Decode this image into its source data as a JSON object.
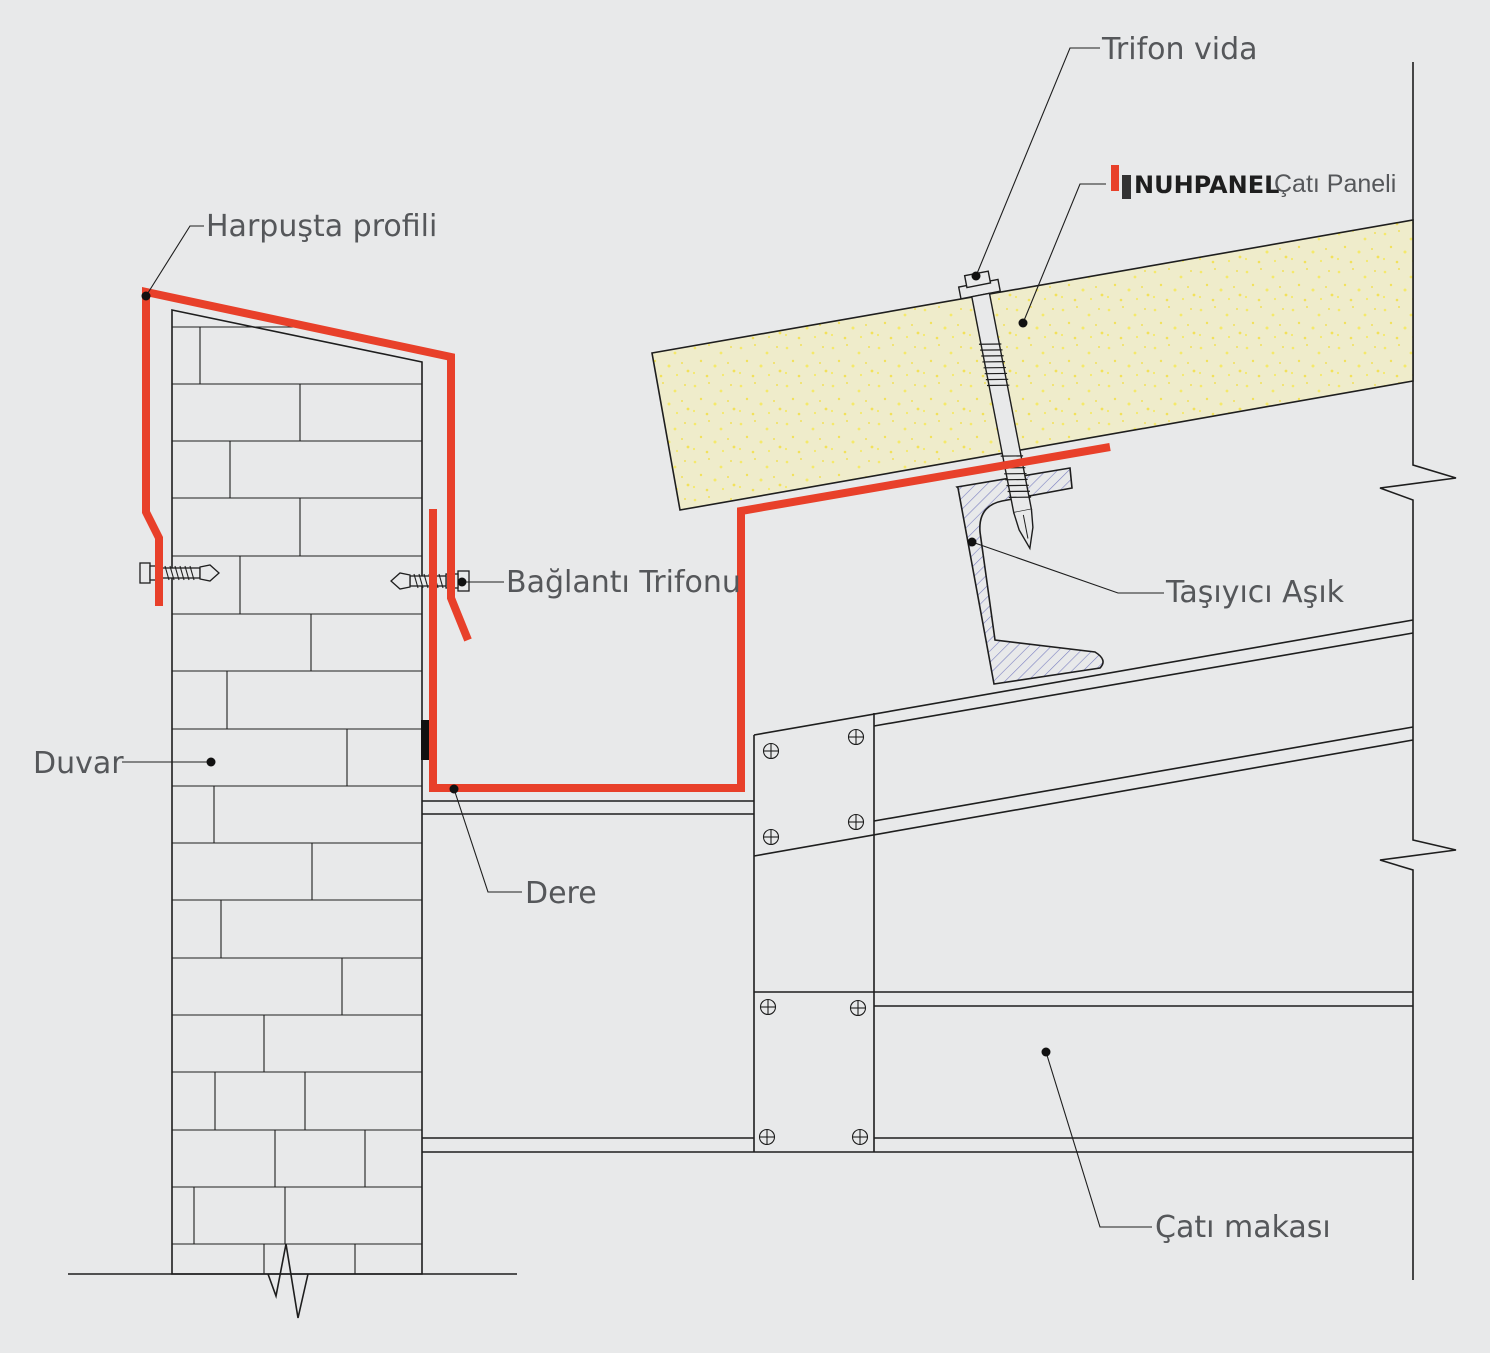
{
  "labels": {
    "trifon_vida": "Trifon vida",
    "cati_paneli": "Çatı Paneli",
    "harpusta_profili": "Harpuşta profili",
    "baglanti_trifonu": "Bağlantı Trifonu",
    "tasiyici_asik": "Taşıyıcı Aşık",
    "duvar": "Duvar",
    "dere": "Dere",
    "cati_makasi": "Çatı makası"
  },
  "brand": {
    "name": "NUHPANEL"
  },
  "colors": {
    "background": "#e8e9ea",
    "profile_red": "#e8402a",
    "line": "#1e1e1e",
    "label_text": "#55575a",
    "foam": "#f0edc8",
    "brand_red": "#e8402a",
    "brand_dark": "#333333"
  }
}
